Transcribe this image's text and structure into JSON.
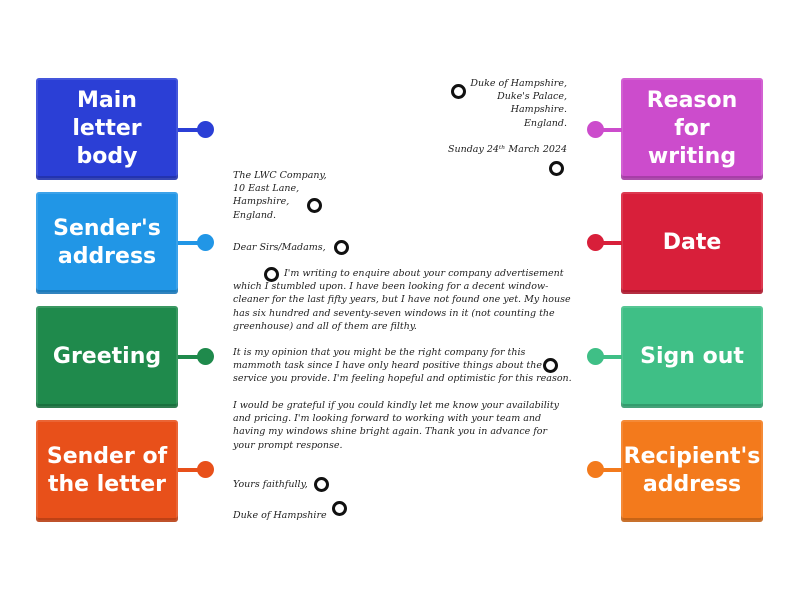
{
  "labels": {
    "main_letter_body": "Main letter body",
    "senders_address": "Sender's address",
    "greeting": "Greeting",
    "sender_of_letter": "Sender of the letter",
    "reason_for_writing": "Reason for writing",
    "date": "Date",
    "sign_out": "Sign out",
    "recipients_address": "Recipient's address"
  },
  "colors": {
    "main_letter_body": "#2b3fd6",
    "senders_address": "#2196e6",
    "greeting": "#1f8a4c",
    "sender_of_letter": "#e8501a",
    "reason_for_writing": "#cc4ccc",
    "date": "#d81f3a",
    "sign_out": "#3fbf86",
    "recipients_address": "#f37a1c"
  },
  "letter": {
    "sender_address": [
      "Duke of Hampshire,",
      "Duke's Palace,",
      "Hampshire.",
      "England."
    ],
    "date": "Sunday 24ᵗʰ March 2024",
    "recipient_address": [
      "The LWC Company,",
      "10 East Lane,",
      "Hampshire,",
      "England."
    ],
    "greeting": "Dear Sirs/Madams,",
    "paragraph1": [
      "I'm writing to enquire about your company advertisement",
      "which I stumbled upon. I have been looking for a decent window-",
      "cleaner for the last fifty years, but I have not found one yet. My house",
      "has six hundred and seventy-seven windows in it (not counting the",
      "greenhouse) and all of them are filthy."
    ],
    "paragraph2": [
      "It is my opinion that you might be the right company for this",
      "mammoth task since I have only heard positive things about the",
      "service you provide. I'm feeling hopeful and optimistic for this reason."
    ],
    "paragraph3": [
      "I would be grateful if you could kindly let me know your availability",
      "and pricing. I'm looking forward to working with your team and",
      "having my windows shine bright again. Thank you in advance for",
      "your prompt response."
    ],
    "sign_out": "Yours faithfully,",
    "signature": "Duke of Hampshire"
  }
}
